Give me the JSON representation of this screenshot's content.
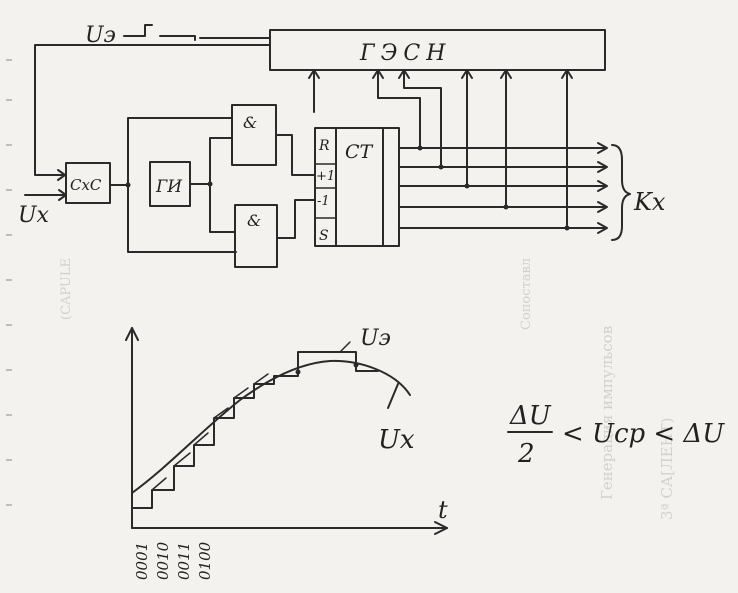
{
  "block_diagram": {
    "ref_voltage_label": "Uэ",
    "dac_label": "ГЭСН",
    "comparator_label": "СхС",
    "generator_label": "ГИ",
    "and_gate_label": "&",
    "counter_label": "СТ",
    "counter_pins": [
      "R",
      "+1",
      "-1",
      "S"
    ],
    "input_label": "Ux",
    "output_label": "Kx"
  },
  "graph": {
    "x_axis_label": "t",
    "reference_step_label": "Uэ",
    "signal_label": "Ux",
    "code_labels": [
      "0001",
      "0010",
      "0011",
      "0100"
    ]
  },
  "formula": {
    "numerator": "ΔU",
    "denominator": "2",
    "relation": "< Ucp < ΔU"
  },
  "bleed_through": [
    "(CAPULE",
    "Сопоставл",
    "Генерация импульсов",
    "3ª СА[ЛЕНТ)"
  ]
}
